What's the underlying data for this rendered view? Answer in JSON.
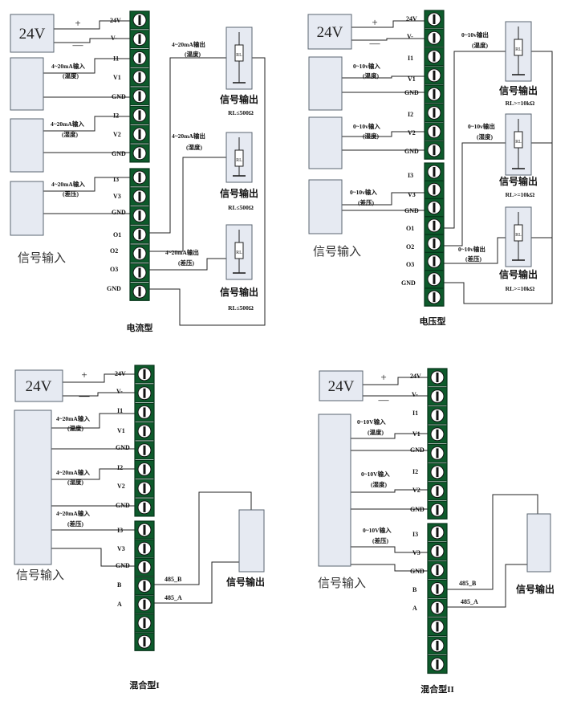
{
  "common": {
    "supply": "24V",
    "plus": "+",
    "minus": "—",
    "term_24v": "24V",
    "term_vminus": "V-",
    "gnd": "GND",
    "signal_input": "信号输入",
    "signal_output": "信号输出",
    "rl": "RL"
  },
  "current": {
    "title": "电流型",
    "in1": "4~20mA输入",
    "in1_sub": "(温度)",
    "in2": "4~20mA输入",
    "in2_sub": "(湿度)",
    "in3": "4~20mA输入",
    "in3_sub": "(差压)",
    "out1": "4~20mA输出",
    "out1_sub": "(温度)",
    "out2": "4~20mA输出",
    "out2_sub": "(湿度)",
    "out3": "4~20mA输出",
    "out3_sub": "(差压)",
    "rl_limit": "RL≤500Ω",
    "terms": [
      "I1",
      "V1",
      "GND",
      "I2",
      "V2",
      "GND",
      "I3",
      "V3",
      "GND",
      "O1",
      "O2",
      "O3",
      "GND"
    ]
  },
  "voltage": {
    "title": "电压型",
    "in1": "0~10v输入",
    "in1_sub": "(温度)",
    "in2": "0~10v输入",
    "in2_sub": "(湿度)",
    "in3": "0~10v输入",
    "in3_sub": "(差压)",
    "out1": "0~10v输出",
    "out1_sub": "(温度)",
    "out2": "0~10v输出",
    "out2_sub": "(湿度)",
    "out3": "0~10v输出",
    "out3_sub": "(差压)",
    "rl_limit": "RL>=10kΩ",
    "terms": [
      "I1",
      "V1",
      "GND",
      "I2",
      "V2",
      "GND",
      "I3",
      "V3",
      "GND",
      "O1",
      "O2",
      "O3",
      "GND"
    ]
  },
  "mixed1": {
    "title": "混合型I",
    "in1": "4~20mA输入",
    "in1_sub": "(温度)",
    "in2": "4~20mA输入",
    "in2_sub": "(湿度)",
    "in3": "4~20mA输入",
    "in3_sub": "(差压)",
    "b": "B",
    "a": "A",
    "b485": "485_B",
    "a485": "485_A",
    "terms": [
      "I1",
      "V1",
      "GND",
      "I2",
      "V2",
      "GND",
      "I3",
      "V3",
      "GND"
    ]
  },
  "mixed2": {
    "title": "混合型II",
    "in1": "0~10V输入",
    "in1_sub": "(温度)",
    "in2": "0~10V输入",
    "in2_sub": "(湿度)",
    "in3": "0~10V输入",
    "in3_sub": "(差压)",
    "b": "B",
    "a": "A",
    "b485": "485_B",
    "a485": "485_A",
    "terms": [
      "I1",
      "V1",
      "GND",
      "I2",
      "V2",
      "GND",
      "I3",
      "V3",
      "GND"
    ]
  }
}
